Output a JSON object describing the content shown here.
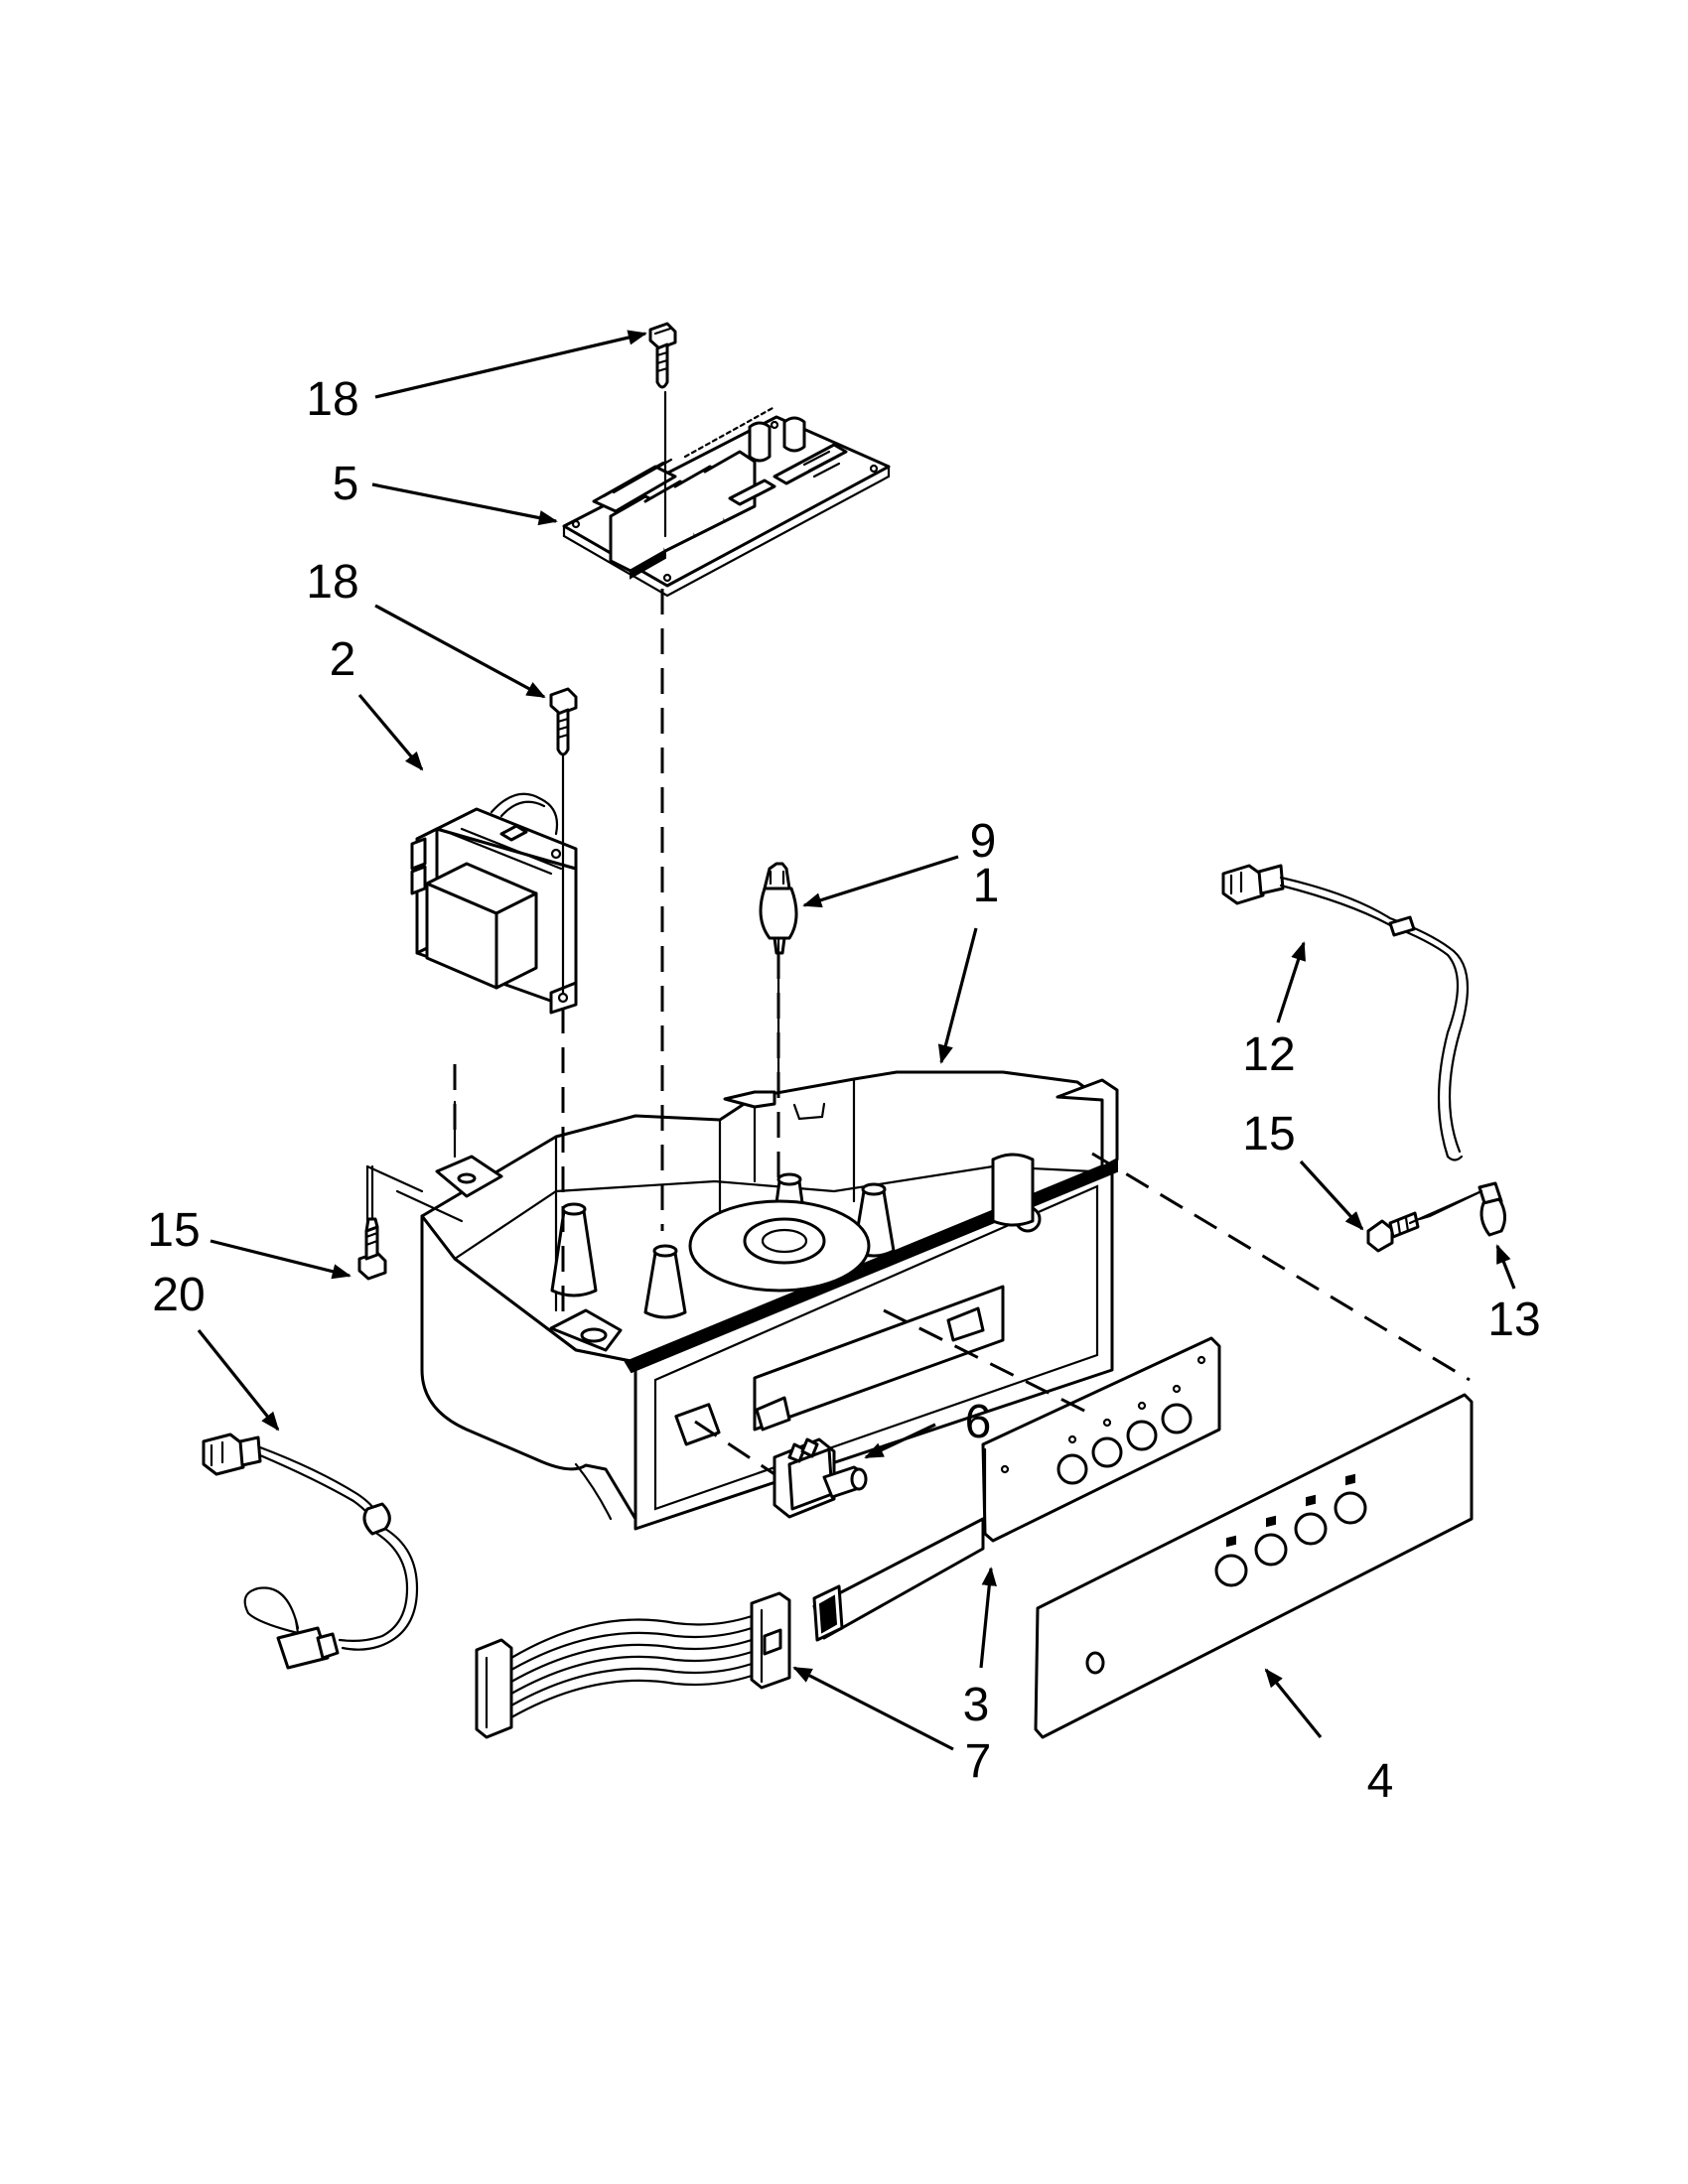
{
  "diagram": {
    "line_color": "#000000",
    "background": "#ffffff",
    "callouts": [
      {
        "id": "c18a",
        "text": "18",
        "part": "screw-top"
      },
      {
        "id": "c5",
        "text": "5",
        "part": "control-board"
      },
      {
        "id": "c18b",
        "text": "18",
        "part": "screw-transformer"
      },
      {
        "id": "c2",
        "text": "2",
        "part": "transformer"
      },
      {
        "id": "c9",
        "text": "9",
        "part": "lamp-socket"
      },
      {
        "id": "c1",
        "text": "1",
        "part": "housing"
      },
      {
        "id": "c12",
        "text": "12",
        "part": "wire-harness-right"
      },
      {
        "id": "c15a",
        "text": "15",
        "part": "screw-right"
      },
      {
        "id": "c13",
        "text": "13",
        "part": "thermistor"
      },
      {
        "id": "c15b",
        "text": "15",
        "part": "screw-left"
      },
      {
        "id": "c20",
        "text": "20",
        "part": "sensor-harness-left"
      },
      {
        "id": "c6",
        "text": "6",
        "part": "door-switch"
      },
      {
        "id": "c3",
        "text": "3",
        "part": "keypad-board"
      },
      {
        "id": "c7",
        "text": "7",
        "part": "ribbon-harness"
      },
      {
        "id": "c4",
        "text": "4",
        "part": "overlay-panel"
      }
    ]
  }
}
